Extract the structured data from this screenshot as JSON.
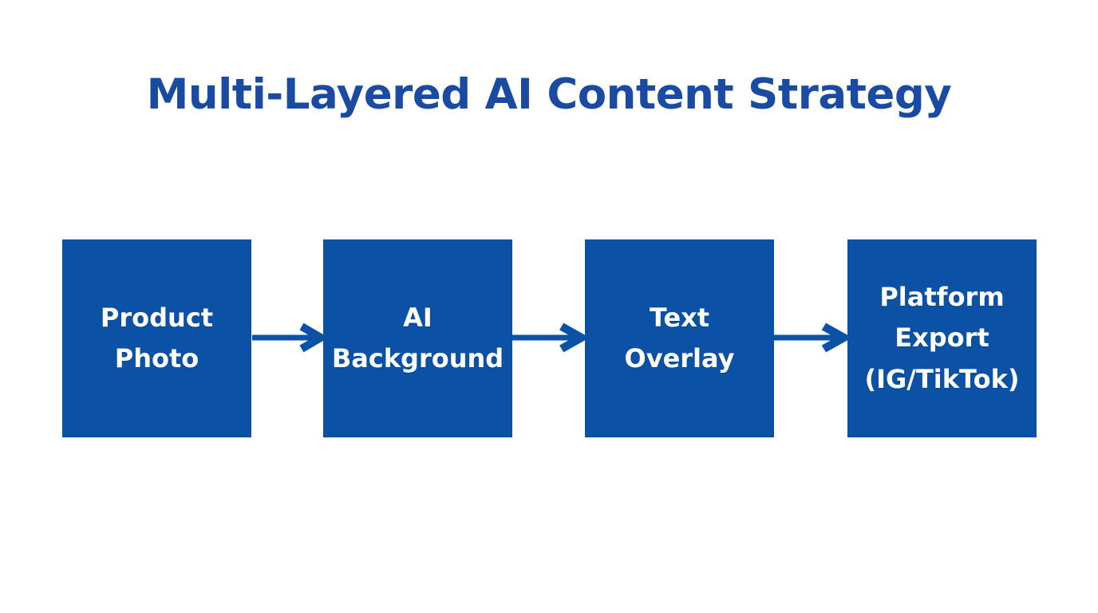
{
  "title": "Multi-Layered AI Content Strategy",
  "colors": {
    "background": "#ffffff",
    "title_text": "#1b4aa2",
    "box_fill": "#0b51a5",
    "box_text": "#ffffff",
    "arrow": "#0b51a5"
  },
  "flow": {
    "steps": [
      {
        "id": "product-photo",
        "label": "Product\nPhoto"
      },
      {
        "id": "ai-background",
        "label": "AI\nBackground"
      },
      {
        "id": "text-overlay",
        "label": "Text\nOverlay"
      },
      {
        "id": "platform-export",
        "label": "Platform\nExport\n(IG/TikTok)"
      }
    ],
    "connections": [
      {
        "from": "product-photo",
        "to": "ai-background"
      },
      {
        "from": "ai-background",
        "to": "text-overlay"
      },
      {
        "from": "text-overlay",
        "to": "platform-export"
      }
    ]
  }
}
